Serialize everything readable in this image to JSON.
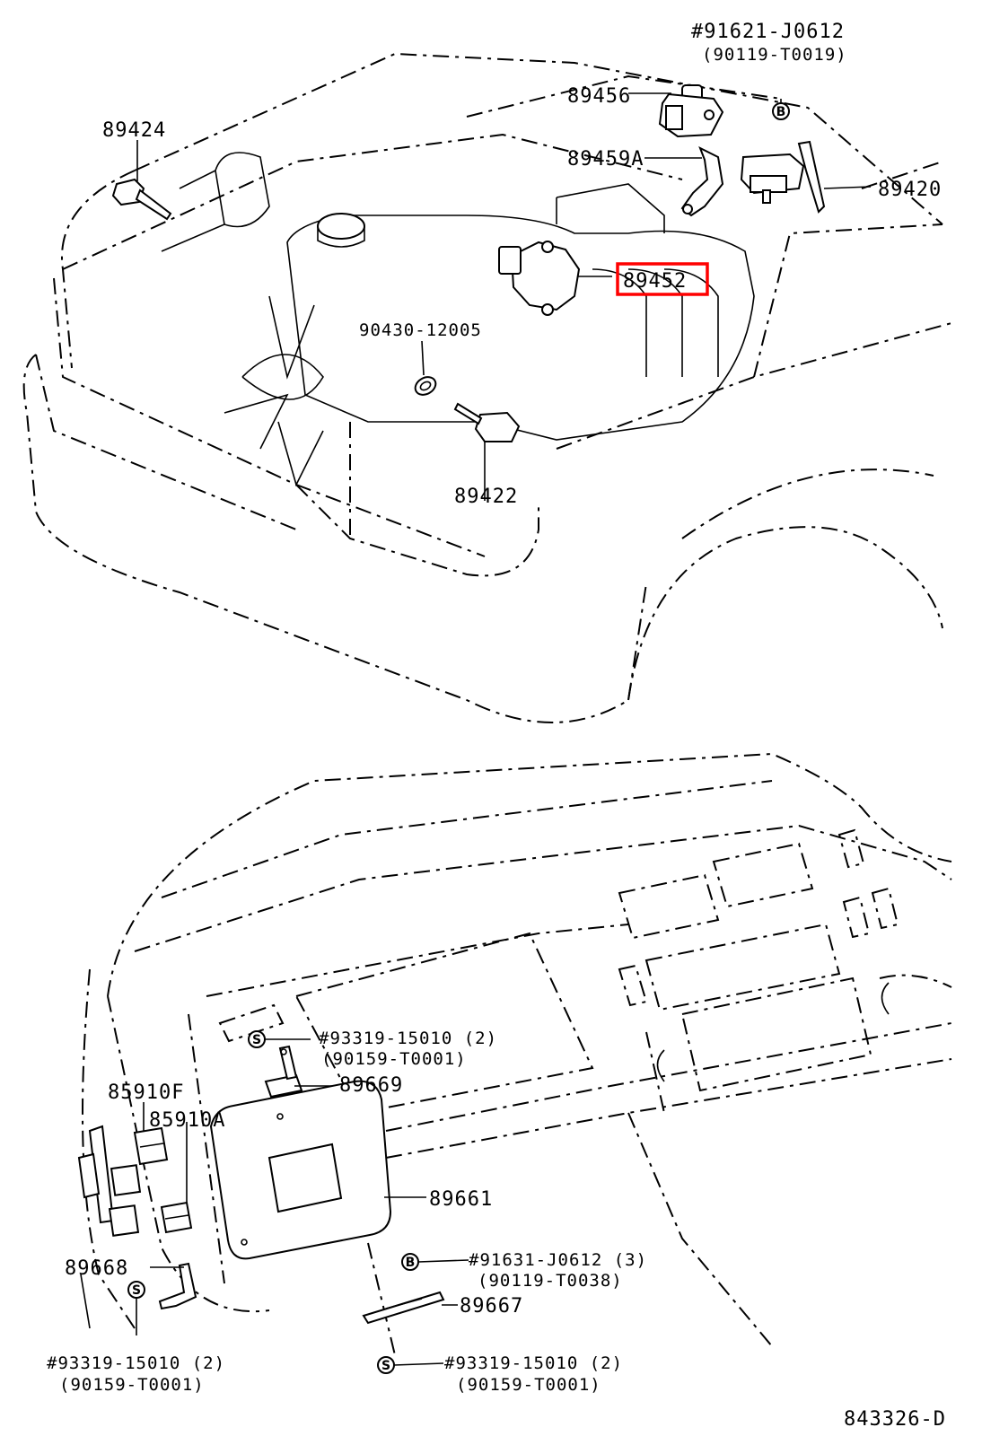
{
  "diagram_id": "843326-D",
  "callouts": {
    "p91621": "#91621-J0612",
    "p90119_0019": "(90119-T0019)",
    "p89456": "89456",
    "p89424": "89424",
    "p89459a": "89459A",
    "p89420": "89420",
    "p89452": "89452",
    "p90430": "90430-12005",
    "p89422": "89422",
    "p93319_a": "#93319-15010 (2)",
    "p90159_a": "(90159-T0001)",
    "p89669": "89669",
    "p85910f": "85910F",
    "p85910a": "85910A",
    "p89661": "89661",
    "p89668": "89668",
    "p91631": "#91631-J0612 (3)",
    "p90119_0038": "(90119-T0038)",
    "p89667": "89667",
    "p93319_b": "#93319-15010 (2)",
    "p90159_b": "(90159-T0001)",
    "p93319_c": "#93319-15010 (2)",
    "p90159_c": "(90159-T0001)"
  },
  "markers": {
    "bolt": "B",
    "screw": "S"
  },
  "highlight_color": "#ff0000"
}
